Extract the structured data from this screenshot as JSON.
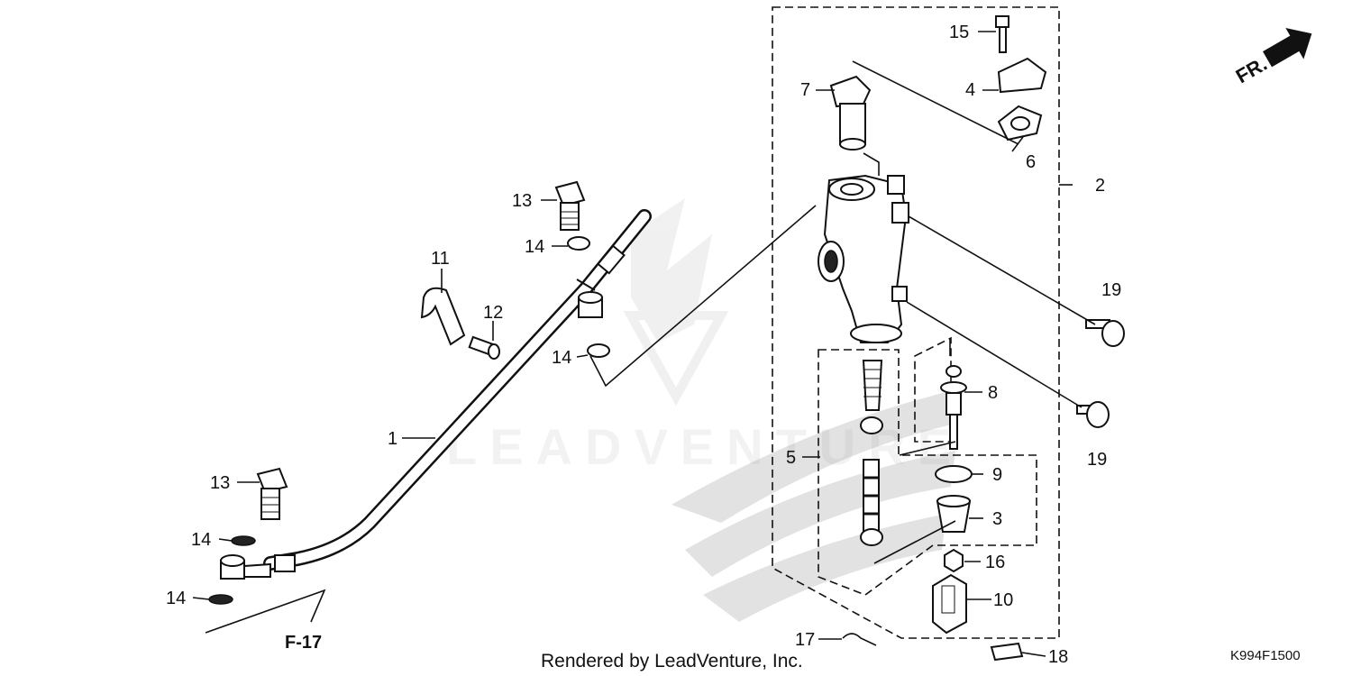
{
  "diagram": {
    "front_marker": "FR.",
    "page_ref": "F-17",
    "diagram_code": "K994F1500",
    "credit": "Rendered by LeadVenture, Inc.",
    "watermark": "LEADVENTURE",
    "part_numbers": {
      "p1": "1",
      "p2": "2",
      "p3": "3",
      "p4": "4",
      "p5": "5",
      "p6": "6",
      "p7": "7",
      "p8": "8",
      "p9": "9",
      "p10": "10",
      "p11": "11",
      "p12": "12",
      "p13": "13",
      "p14": "14",
      "p15": "15",
      "p16": "16",
      "p17": "17",
      "p18": "18",
      "p19": "19"
    }
  }
}
